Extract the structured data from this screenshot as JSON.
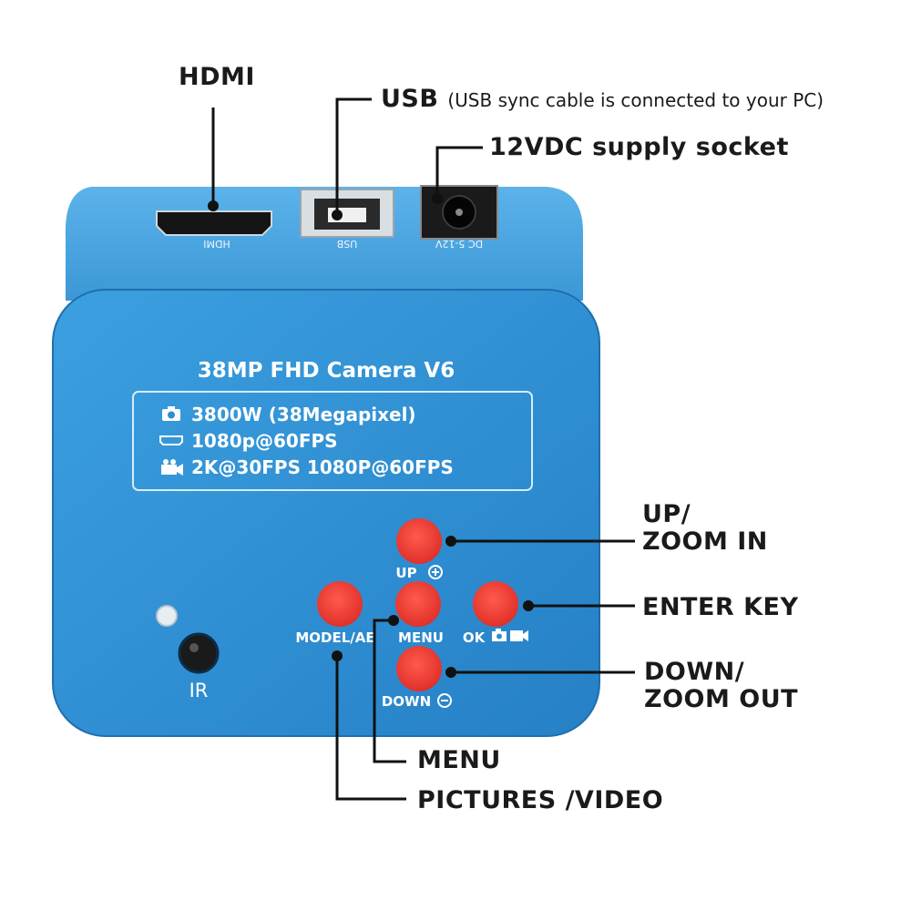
{
  "callouts": {
    "hdmi": "HDMI",
    "usb": "USB",
    "usb_note": "(USB sync cable is connected to your PC)",
    "power": "12VDC supply socket",
    "up_line1": "UP/",
    "up_line2": "ZOOM IN",
    "enter": "ENTER KEY",
    "down_line1": "DOWN/",
    "down_line2": "ZOOM OUT",
    "menu": "MENU",
    "pictures_video": "PICTURES /VIDEO"
  },
  "ports": {
    "hdmi_label": "HDMI",
    "usb_label": "USB",
    "dc_label": "DC 5-12V"
  },
  "camera": {
    "title": "38MP FHD Camera V6",
    "specs": [
      "3800W (38Megapixel)",
      "1080p@60FPS",
      "2K@30FPS 1080P@60FPS"
    ],
    "spec_icons": [
      "camera-icon",
      "hdmi-port-icon",
      "video-camera-icon"
    ],
    "ir_label": "IR"
  },
  "buttons": {
    "up": "UP",
    "model_ae": "MODEL/AE",
    "menu": "MENU",
    "ok": "OK",
    "down": "DOWN"
  },
  "colors": {
    "body": "#2f8fd0",
    "body_top": "#4aa6e0",
    "button": "#ee3a33",
    "text_dark": "#1a1a1a"
  }
}
